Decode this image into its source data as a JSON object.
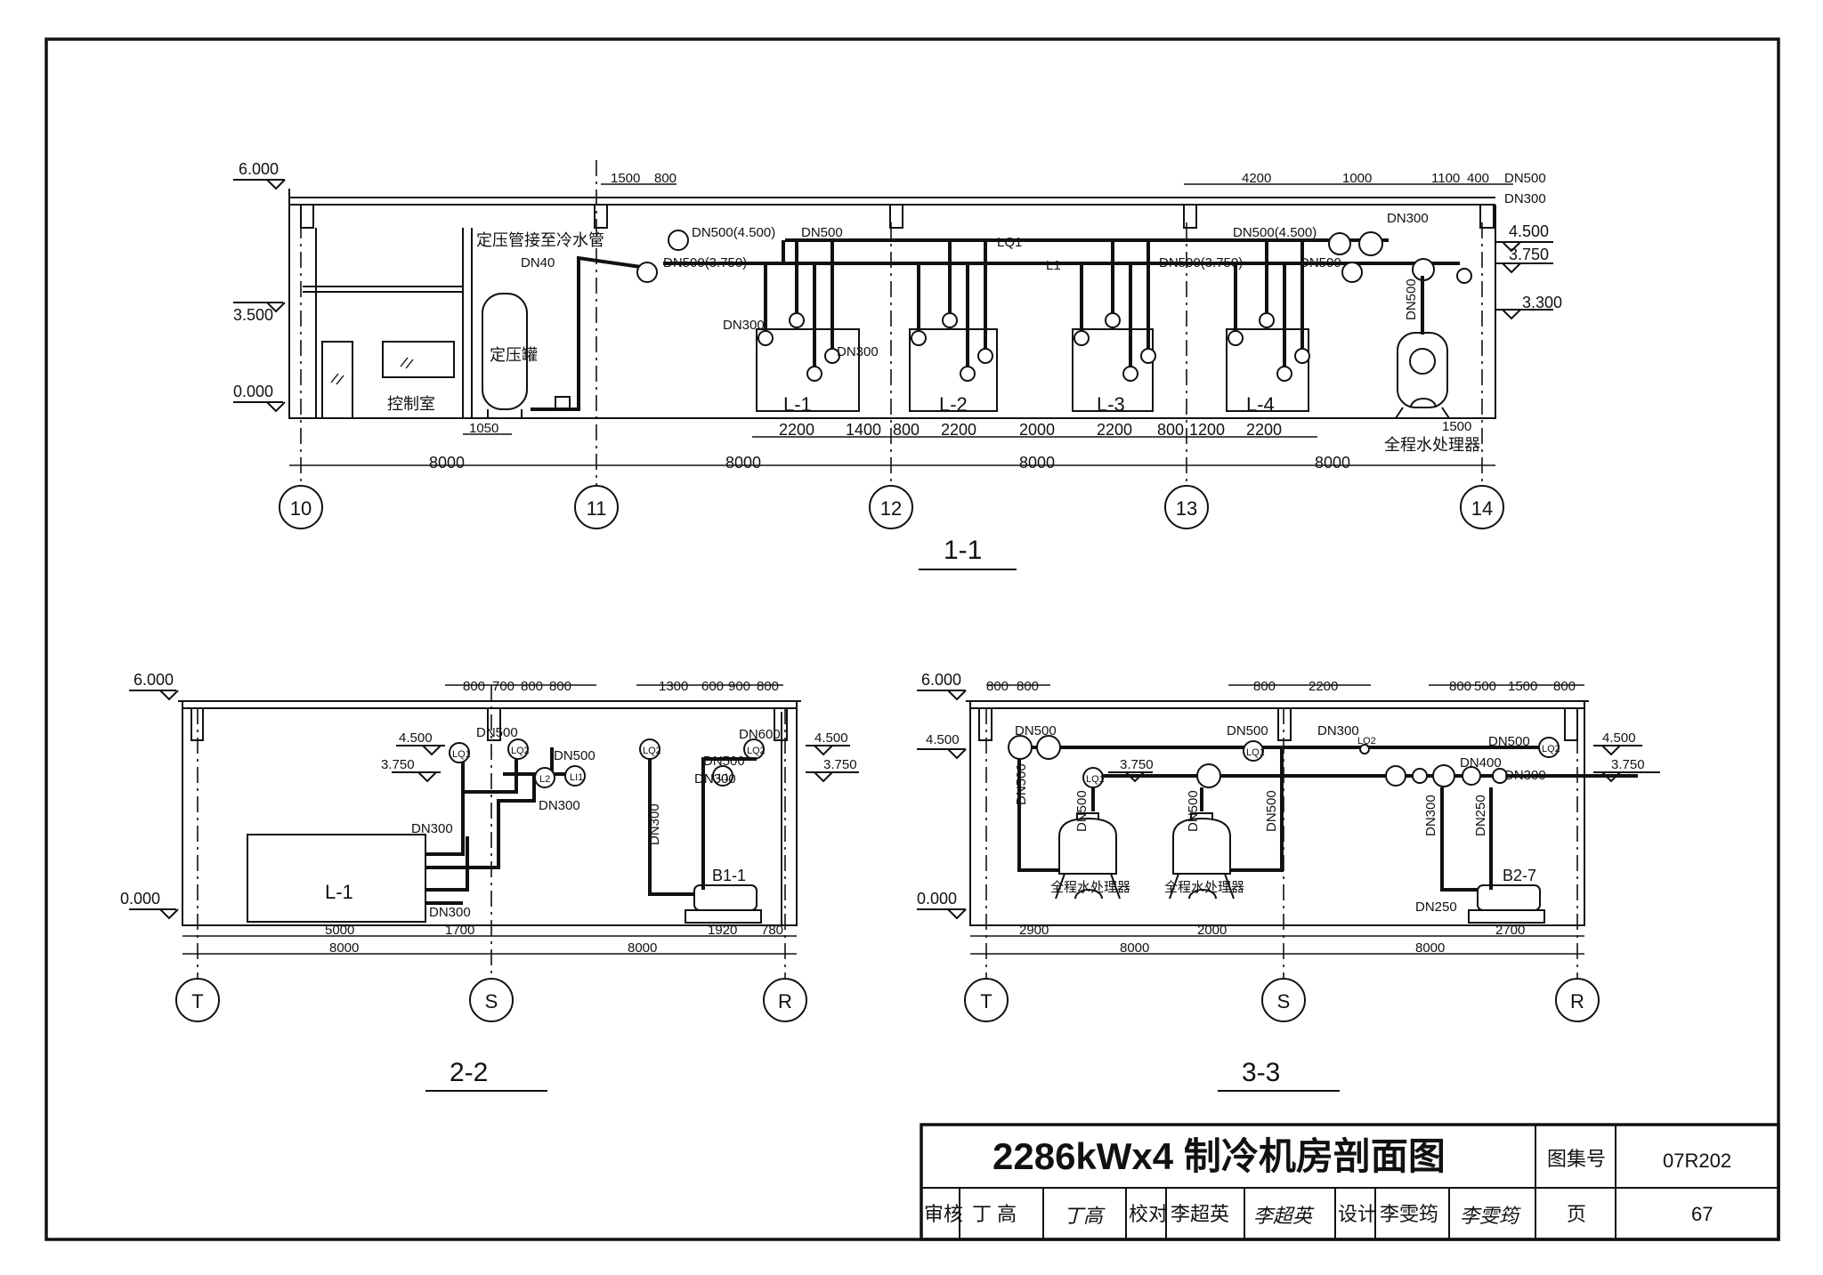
{
  "sections": {
    "s11": {
      "label": "1-1",
      "levels": [
        "6.000",
        "3.500",
        "0.000"
      ],
      "levels_right": [
        "4.500",
        "3.750",
        "3.300"
      ],
      "top_dims": [
        "1500",
        "800",
        "4200",
        "1000",
        "1100",
        "400"
      ],
      "bottom_dims": [
        "1050",
        "2200",
        "1400",
        "800",
        "2200",
        "2000",
        "2200",
        "800",
        "1200",
        "2200",
        "1500"
      ],
      "axis_dims": [
        "8000",
        "8000",
        "8000",
        "8000"
      ],
      "axes": [
        "10",
        "11",
        "12",
        "13",
        "14"
      ],
      "units": [
        "L-1",
        "L-2",
        "L-3",
        "L-4"
      ],
      "labels": {
        "pressure_pipe": "定压管接至冷水管",
        "dn40": "DN40",
        "tank": "定压罐",
        "control_room": "控制室",
        "water_treater": "全程水处理器",
        "lq1": "LQ1",
        "l1": "L1"
      },
      "pipe_labels": [
        "DN500(4.500)",
        "DN500",
        "DN500(3.750)",
        "DN300",
        "DN300",
        "DN500(3.750)",
        "DN500(4.500)",
        "DN300",
        "DN500",
        "DN500",
        "DN300",
        "DN500"
      ]
    },
    "s22": {
      "label": "2-2",
      "levels": [
        "6.000",
        "0.000"
      ],
      "levels_mid": [
        "4.500",
        "3.750"
      ],
      "levels_right": [
        "4.500",
        "3.750"
      ],
      "top_dims": [
        "800",
        "700",
        "800",
        "800",
        "1300",
        "600",
        "900",
        "800"
      ],
      "bottom_dims": [
        "5000",
        "1700",
        "1920",
        "780"
      ],
      "axis_dims": [
        "8000",
        "8000"
      ],
      "axes": [
        "T",
        "S",
        "R"
      ],
      "unit": "L-1",
      "pump": "B1-1",
      "pipe_labels": [
        "DN500",
        "DN500",
        "DN300",
        "DN300",
        "DN300",
        "DN300",
        "DN500",
        "DN600",
        "DN300"
      ],
      "tags": [
        "LQ1",
        "LQ2",
        "L2",
        "LI1",
        "LQ2",
        "L1",
        "LQ2"
      ]
    },
    "s33": {
      "label": "3-3",
      "levels": [
        "6.000",
        "4.500",
        "0.000"
      ],
      "levels_mid": [
        "3.750"
      ],
      "levels_right": [
        "4.500",
        "3.750"
      ],
      "top_dims": [
        "800",
        "800",
        "800",
        "2200",
        "800",
        "500",
        "1500",
        "800"
      ],
      "bottom_dims": [
        "2900",
        "2000",
        "2700"
      ],
      "axis_dims": [
        "8000",
        "8000"
      ],
      "axes": [
        "T",
        "S",
        "R"
      ],
      "treaters": [
        "全程水处理器",
        "全程水处理器"
      ],
      "pump": "B2-7",
      "pipe_labels": [
        "DN500",
        "DN500",
        "DN500",
        "DN500",
        "DN500",
        "DN300",
        "DN500",
        "DN400",
        "DN500",
        "DN300",
        "DN300",
        "DN250",
        "DN250"
      ],
      "tags": [
        "LQ1",
        "LQ1",
        "LQ2",
        "LQ2"
      ]
    }
  },
  "title_block": {
    "title": "2286kWx4  制冷机房剖面图",
    "atlas_label": "图集号",
    "atlas_no": "07R202",
    "page_label": "页",
    "page_no": "67",
    "review_label": "审核",
    "reviewer": "丁 高",
    "check_label": "校对",
    "checker": "李超英",
    "design_label": "设计",
    "designer": "李雯筠",
    "sig_reviewer": "丁高",
    "sig_checker": "李超英",
    "sig_designer": "李雯筠"
  }
}
